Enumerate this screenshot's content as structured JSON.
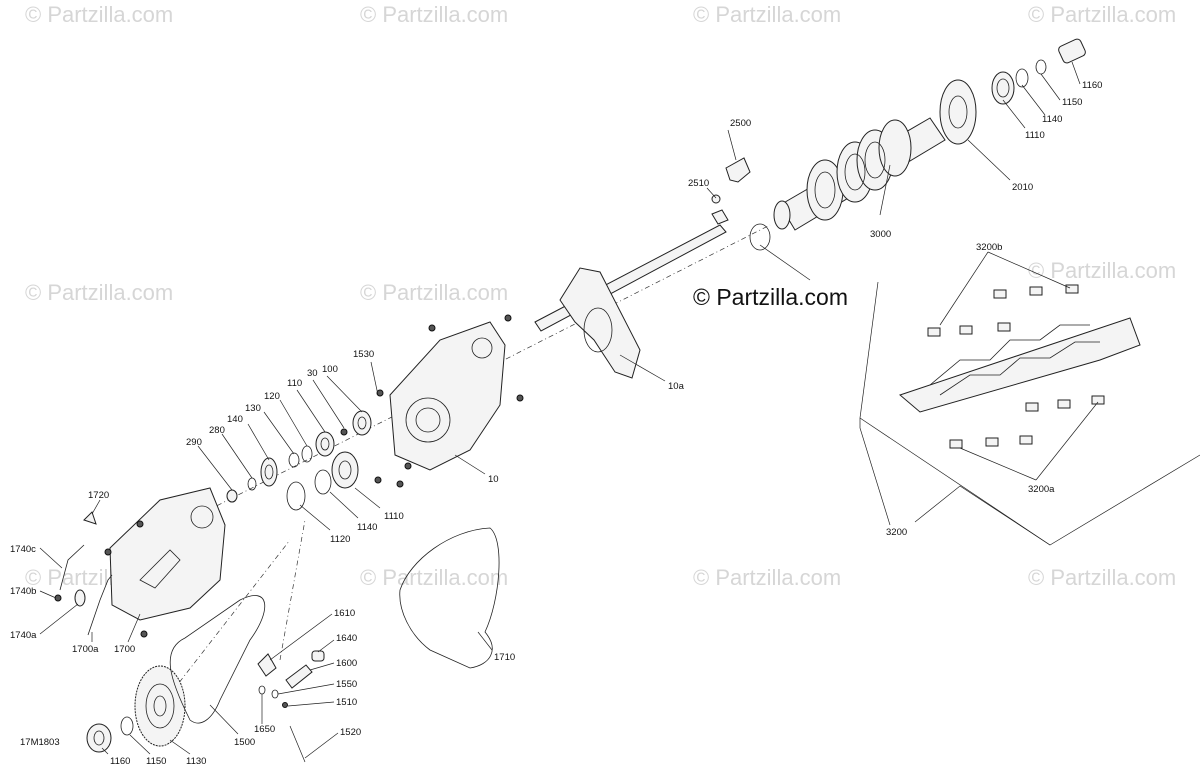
{
  "watermark": {
    "faint_text": "© Partzilla.com",
    "main_text": "© Partzilla.com"
  },
  "diagram_id": "17M1803",
  "callouts": {
    "c10": "10",
    "c10a": "10a",
    "c30": "30",
    "c100": "100",
    "c110": "110",
    "c120": "120",
    "c130": "130",
    "c140": "140",
    "c280": "280",
    "c290": "290",
    "c1110a": "1110",
    "c1110b": "1110",
    "c1120": "1120",
    "c1130": "1130",
    "c1140a": "1140",
    "c1140b": "1140",
    "c1150a": "1150",
    "c1150b": "1150",
    "c1160a": "1160",
    "c1160b": "1160",
    "c1500": "1500",
    "c1510": "1510",
    "c1520": "1520",
    "c1530": "1530",
    "c1550": "1550",
    "c1600": "1600",
    "c1610": "1610",
    "c1640": "1640",
    "c1650": "1650",
    "c1700": "1700",
    "c1700a": "1700a",
    "c1710": "1710",
    "c1720": "1720",
    "c1740a": "1740a",
    "c1740b": "1740b",
    "c1740c": "1740c",
    "c2010": "2010",
    "c2500": "2500",
    "c2510": "2510",
    "c3000": "3000",
    "c3200": "3200",
    "c3200a": "3200a",
    "c3200b": "3200b"
  }
}
